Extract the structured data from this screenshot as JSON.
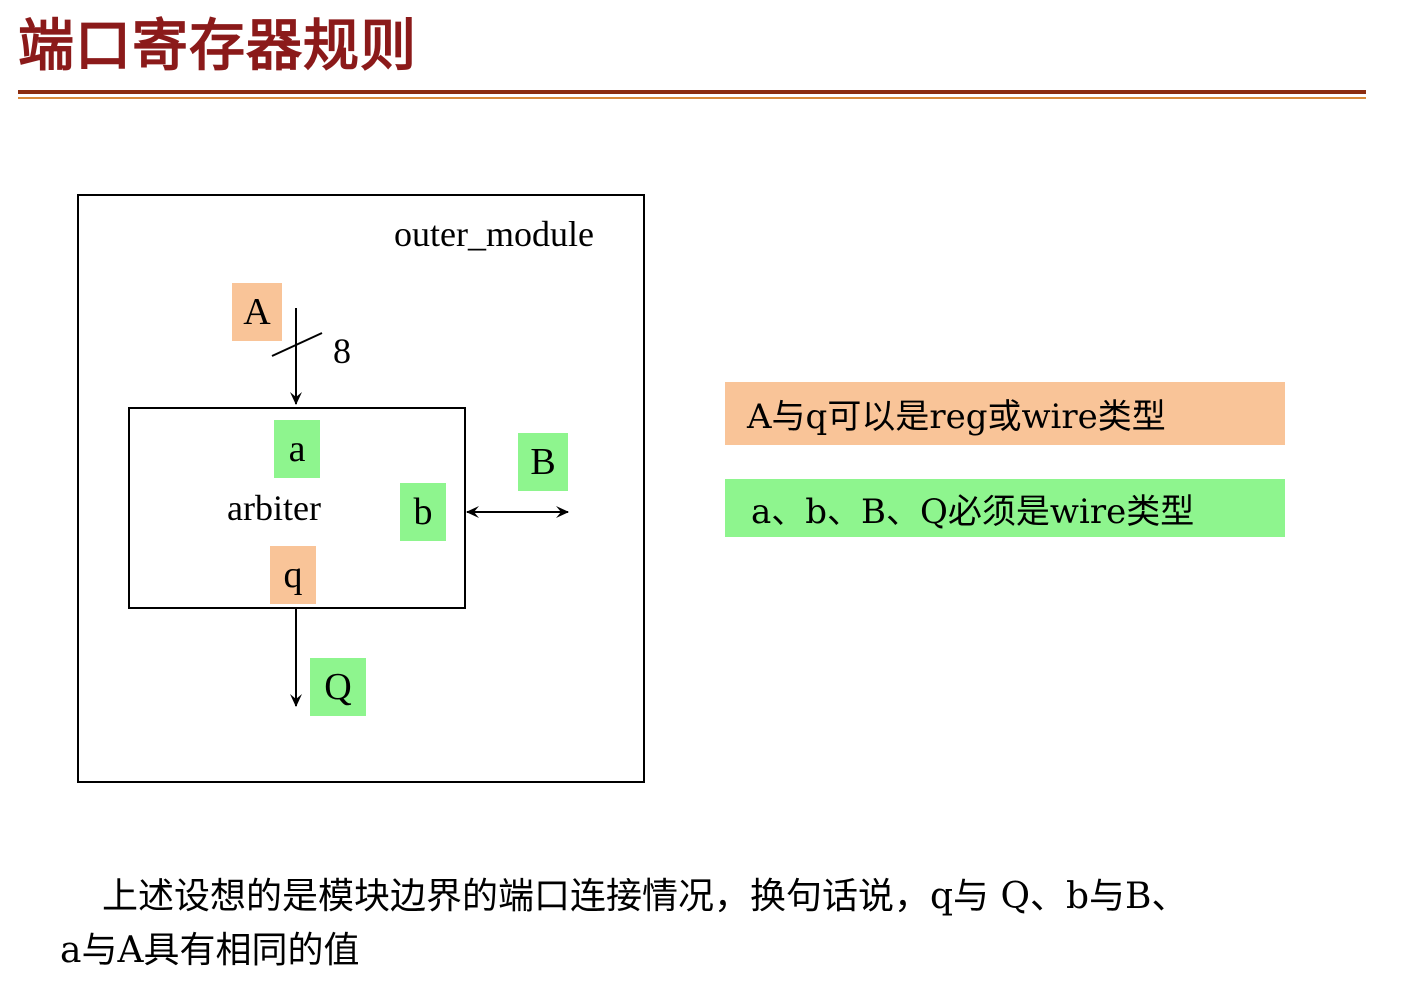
{
  "title": "端口寄存器规则",
  "colors": {
    "title": "#8b1a1a",
    "rule": "#8b2c10",
    "orange": "#f9c498",
    "green": "#8ef58e"
  },
  "diagram": {
    "outer_label": "outer_module",
    "inner_label": "arbiter",
    "bus_width": "8",
    "ports": {
      "A": "A",
      "a": "a",
      "b": "b",
      "B": "B",
      "q": "q",
      "Q": "Q"
    }
  },
  "notes": {
    "reg_or_wire": "A与q可以是reg或wire类型",
    "must_wire": "a、b、B、Q必须是wire类型"
  },
  "caption": {
    "line1": "上述设想的是模块边界的端口连接情况，换句话说，q与 Q、b与B、",
    "line2": "a与A具有相同的值"
  }
}
